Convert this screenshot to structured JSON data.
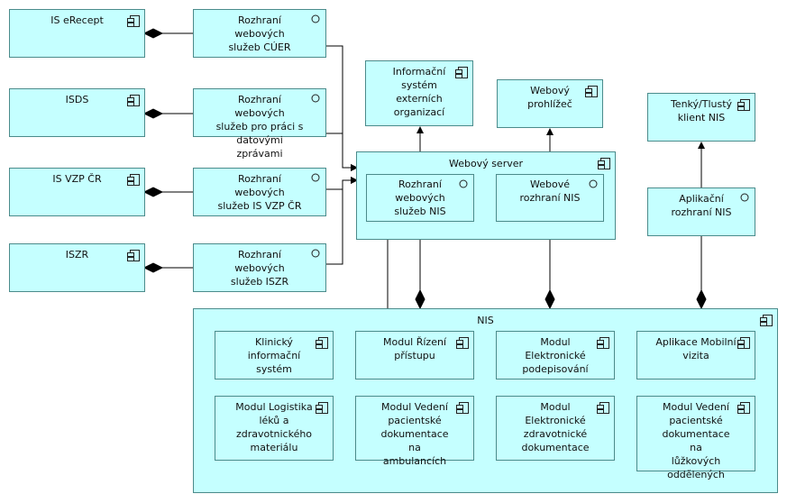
{
  "colors": {
    "box_fill": "#c5ffff",
    "box_border": "#4b8b8b",
    "line": "#000000"
  },
  "elements": {
    "is_erecept": "IS eRecept",
    "isds": "ISDS",
    "is_vzp": "IS VZP ČR",
    "iszr": "ISZR",
    "rw_cuer": "Rozhraní webových\nslužeb CÚER",
    "rw_ds": "Rozhraní webových\nslužeb pro práci s\ndatovými zprávami",
    "rw_vzp": "Rozhraní webových\nslužeb IS VZP ČR",
    "rw_iszr": "Rozhraní webových\nslužeb ISZR",
    "is_ext": "Informační\nsystém\nexterních\norganizací",
    "prohlizec": "Webový\nprohlížeč",
    "klient": "Tenký/Tlustý\nklient NIS",
    "web_server": "Webový server",
    "rw_nis": "Rozhraní\nwebových\nslužeb NIS",
    "web_rozhrani": "Webové\nrozhraní NIS",
    "app_rozhrani": "Aplikační\nrozhraní NIS",
    "nis": "NIS",
    "klin": "Klinický\ninformační\nsystém",
    "rizeni": "Modul Řízení\npřístupu",
    "podepis": "Modul\nElektronické\npodepisování",
    "mobil": "Aplikace Mobilní\nvizita",
    "logistika": "Modul Logistika\nléků a\nzdravotnického\nmateriálu",
    "amb": "Modul Vedení\npacientské\ndokumentace na\nambulancích",
    "ezd": "Modul\nElektronické\nzdravotnické\ndokumentace",
    "luzka": "Modul Vedení\npacientské\ndokumentace na\nlůžkových\noddělených"
  },
  "icons": {
    "component": "component-icon",
    "interface": "interface-icon",
    "composition": "diamond-composition",
    "access": "arrow-access"
  }
}
